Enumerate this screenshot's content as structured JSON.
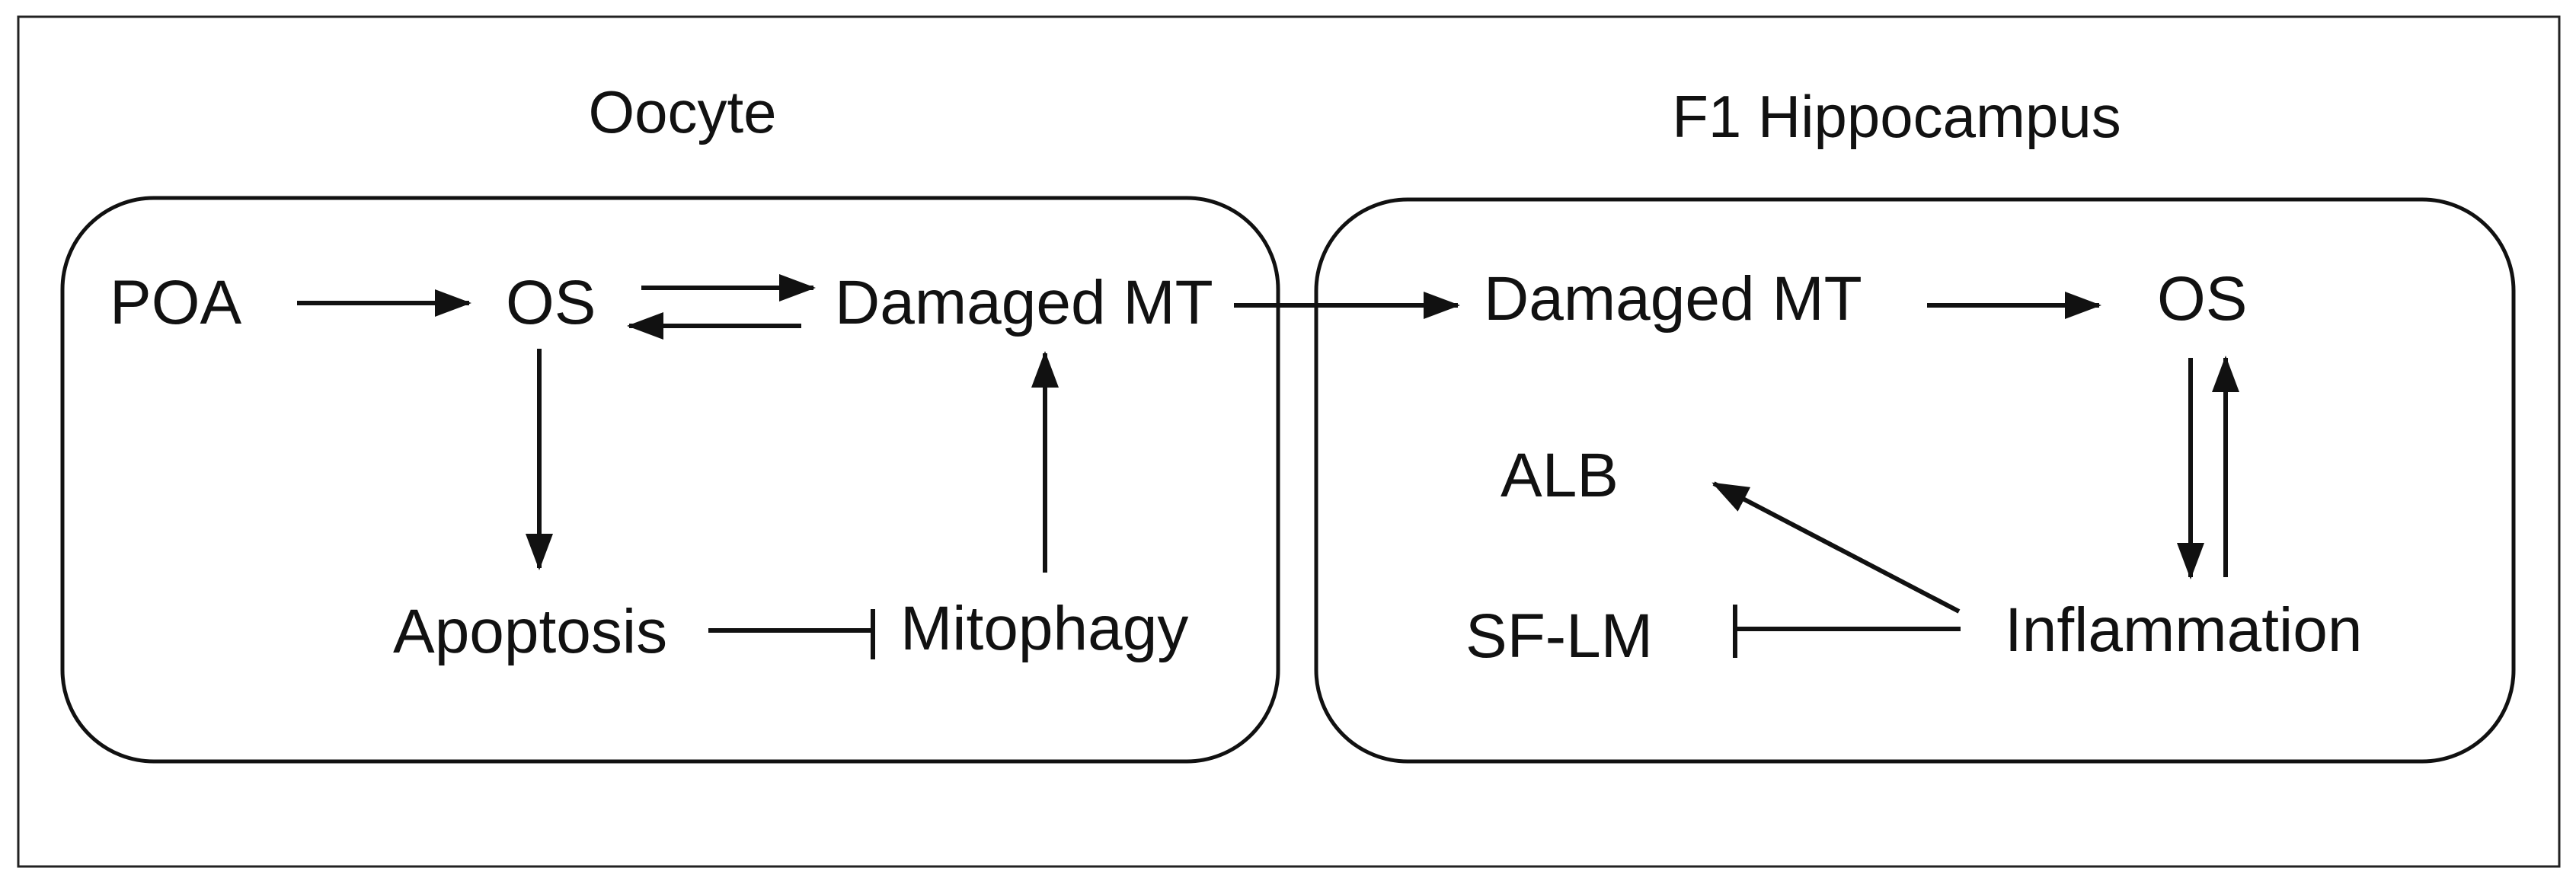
{
  "panels": {
    "left": {
      "title": "Oocyte"
    },
    "right": {
      "title": "F1 Hippocampus"
    }
  },
  "nodes": {
    "left_poa": "POA",
    "left_os": "OS",
    "left_damaged_mt": "Damaged MT",
    "left_apoptosis": "Apoptosis",
    "left_mitophagy": "Mitophagy",
    "right_damaged_mt": "Damaged MT",
    "right_os": "OS",
    "right_alb": "ALB",
    "right_sflm": "SF-LM",
    "right_inflammation": "Inflammation"
  },
  "edges": [
    {
      "from": "POA",
      "to": "OS",
      "type": "activates"
    },
    {
      "from": "OS",
      "to": "Damaged MT",
      "type": "activates"
    },
    {
      "from": "Damaged MT",
      "to": "OS",
      "type": "activates"
    },
    {
      "from": "OS",
      "to": "Apoptosis",
      "type": "activates"
    },
    {
      "from": "Mitophagy",
      "to": "Damaged MT",
      "type": "activates"
    },
    {
      "from": "Apoptosis",
      "to": "Mitophagy",
      "type": "inhibits"
    },
    {
      "from": "Damaged MT (Oocyte)",
      "to": "Damaged MT (F1 Hippocampus)",
      "type": "activates"
    },
    {
      "from": "Damaged MT",
      "to": "OS",
      "type": "activates"
    },
    {
      "from": "OS",
      "to": "Inflammation",
      "type": "activates"
    },
    {
      "from": "Inflammation",
      "to": "OS",
      "type": "activates"
    },
    {
      "from": "Inflammation",
      "to": "ALB",
      "type": "activates"
    },
    {
      "from": "Inflammation",
      "to": "SF-LM",
      "type": "inhibits"
    }
  ]
}
